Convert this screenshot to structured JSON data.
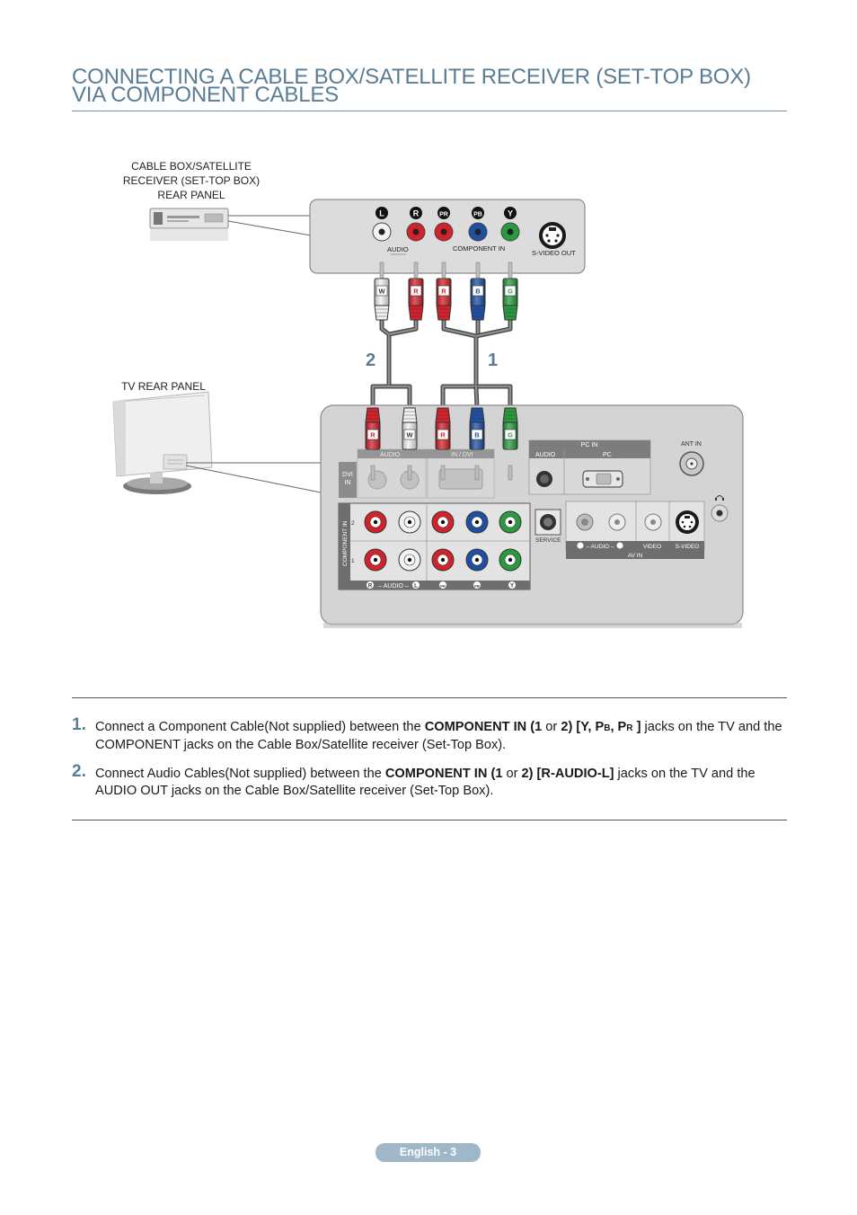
{
  "title": {
    "line1": "CONNECTING A CABLE BOX/SATELLITE RECEIVER (SET-TOP BOX)",
    "line2": "VIA COMPONENT CABLES"
  },
  "diagram": {
    "stb_caption": [
      "CABLE BOX/SATELLITE",
      "RECEIVER (SET-TOP BOX)",
      "REAR PANEL"
    ],
    "tv_caption": "TV REAR PANEL",
    "stb_panel": {
      "jack_symbols": [
        "L",
        "R",
        "PR",
        "PB",
        "Y"
      ],
      "audio_label": "AUDIO",
      "component_label": "COMPONENT IN",
      "svideo_label": "S-VIDEO OUT"
    },
    "cable_groups": {
      "audio": "2",
      "component": "1"
    },
    "top_plugs": [
      "W",
      "R",
      "R",
      "B",
      "G"
    ],
    "bottom_plugs": [
      "R",
      "W",
      "R",
      "B",
      "G"
    ],
    "tv_panel": {
      "dvi_in": [
        "DVI",
        "IN"
      ],
      "audio_small": "AUDIO",
      "hdmi_small": "IN / DVI",
      "pc_in": "PC IN",
      "pc_audio": "AUDIO",
      "pc_label": "PC",
      "ant_in": "ANT IN",
      "component_in_vertical": "COMPONENT IN",
      "row2": "2",
      "row1": "1",
      "audio_bar": "– AUDIO –",
      "service": "SERVICE",
      "av_audio": "– AUDIO –",
      "video": "VIDEO",
      "svideo": "S-VIDEO",
      "av_in": "AV IN"
    },
    "colors": {
      "white": "#f2f2f2",
      "red": "#d3222a",
      "blue": "#1f4fa3",
      "green": "#2a9a3e",
      "panel": "#d4d4d4"
    }
  },
  "steps": [
    {
      "number": "1.",
      "t1": "Connect a Component Cable(Not supplied) between the ",
      "b1": "COMPONENT IN (1",
      "t2": " or ",
      "b2": "2) [Y, P",
      "s1": "B",
      "b3": ", P",
      "s2": "R",
      "b4": " ]",
      "t3": " jacks on the TV and the COMPONENT jacks on the Cable Box/Satellite receiver (Set-Top Box)."
    },
    {
      "number": "2.",
      "t1": "Connect Audio Cables(Not supplied) between the ",
      "b1": "COMPONENT IN (1",
      "t2": " or ",
      "b2": "2) [R-AUDIO-L]",
      "t3": " jacks on the TV and the AUDIO OUT jacks on the Cable Box/Satellite receiver (Set-Top Box)."
    }
  ],
  "footer": "English - 3"
}
